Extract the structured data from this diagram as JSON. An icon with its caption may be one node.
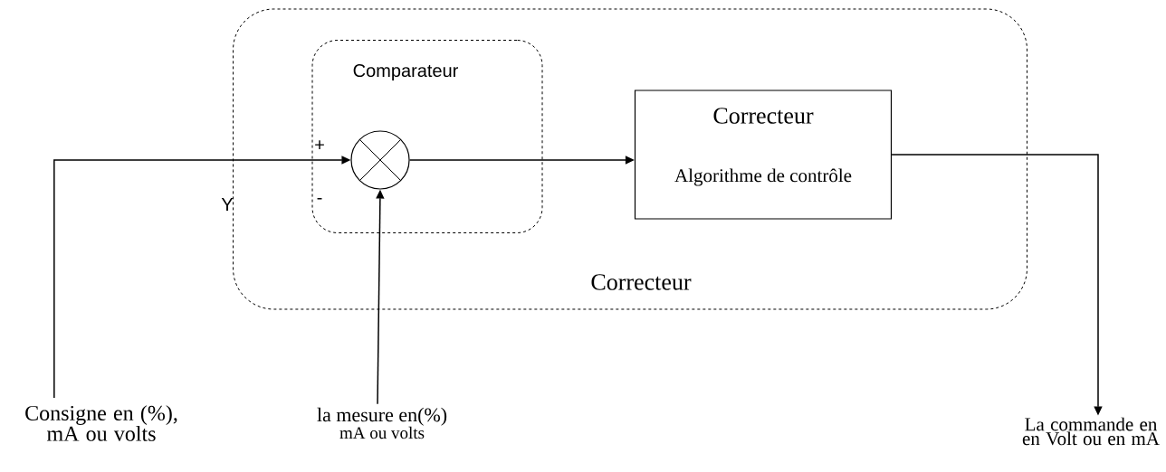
{
  "diagram": {
    "nodes": [
      {
        "text": [
          "Correcteur"
        ]
      },
      {
        "text": [
          "Comparateur"
        ],
        "in": 0
      },
      {
        "text": [],
        "shape": "circle",
        "in": 1
      },
      {
        "text": [
          "Correcteur",
          "Algorithme de contrôle"
        ],
        "in": 0
      },
      {
        "text": [
          "Consigne en (%), mA ou volts"
        ]
      },
      {
        "text": [
          "la mesure en(%)",
          "mA ou volts"
        ]
      },
      {
        "text": [
          "La commande en en Volt ou en mA"
        ]
      }
    ],
    "edges": [
      {
        "from": 4,
        "to": 2,
        "arrow": "to"
      },
      {
        "from": 5,
        "to": 2,
        "arrow": "to"
      },
      {
        "from": 2,
        "to": 3,
        "arrow": "to"
      },
      {
        "from": 3,
        "to": 6,
        "arrow": "to"
      }
    ],
    "labels": [
      "+",
      "-",
      "Y"
    ]
  }
}
